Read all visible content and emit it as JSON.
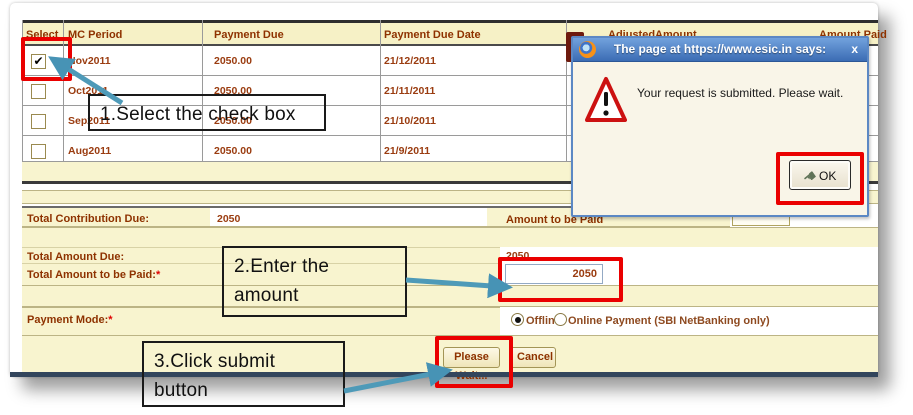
{
  "table": {
    "headers": [
      "Select",
      "MC Period",
      "Payment Due",
      "Payment Due Date",
      "AdjustedAmount",
      "Amount Paid"
    ],
    "rows": [
      {
        "period": "Nov2011",
        "due": "2050.00",
        "due_date": "21/12/2011",
        "checked": true
      },
      {
        "period": "Oct2011",
        "due": "2050.00",
        "due_date": "21/11/2011",
        "checked": false
      },
      {
        "period": "Sep2011",
        "due": "2050.00",
        "due_date": "21/10/2011",
        "checked": false
      },
      {
        "period": "Aug2011",
        "due": "2050.00",
        "due_date": "21/9/2011",
        "checked": false
      }
    ]
  },
  "totals": {
    "contribution_label": "Total Contribution Due:",
    "contribution_value": "2050",
    "amount_to_be_paid_label": "Amount to be Paid",
    "amount_due_label": "Total Amount Due:",
    "amount_due_value": "2050",
    "amount_to_pay_label": "Total Amount to be Paid:",
    "required_mark": "*",
    "amount_input_value": "2050"
  },
  "payment": {
    "mode_label": "Payment Mode:",
    "required_mark": "*",
    "offline_label": "Offline",
    "online_label": "Online Payment (SBI NetBanking only)",
    "selected_mode": "Offline"
  },
  "buttons": {
    "submit_label": "Please Wait...",
    "cancel_label": "Cancel"
  },
  "dialog": {
    "title": "The page at https://www.esic.in says:",
    "close_label": "x",
    "message": "Your request is submitted. Please wait.",
    "ok_label": "OK"
  },
  "annotations": {
    "step1": "1.Select the check box",
    "step2": "2.Enter the amount",
    "step3": "3.Click submit button"
  },
  "colors": {
    "row_band": "#f8f4cf",
    "label_text": "#8e3200",
    "highlight": "#ea0000",
    "arrow": "#4e9ab8",
    "dialog_title_bar": "#3b6cb4"
  }
}
